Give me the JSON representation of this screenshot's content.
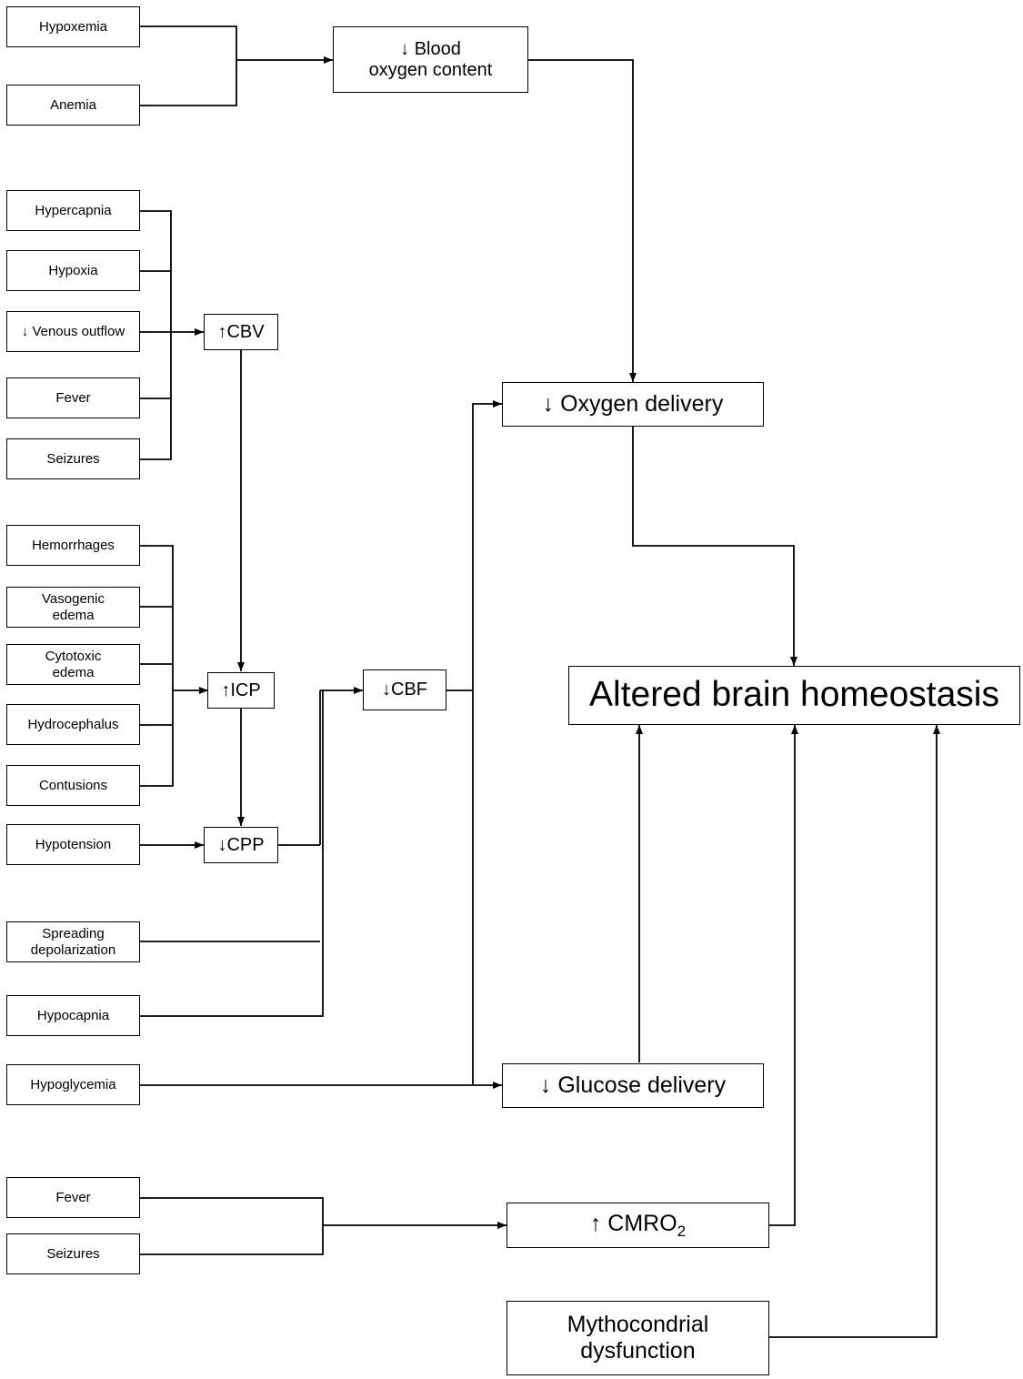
{
  "causes": {
    "hypoxemia": "Hypoxemia",
    "anemia": "Anemia",
    "hypercapnia": "Hypercapnia",
    "hypoxia": "Hypoxia",
    "venous_outflow": "↓ Venous outflow",
    "fever_1": "Fever",
    "seizures_1": "Seizures",
    "hemorrhages": "Hemorrhages",
    "vasogenic_edema": "Vasogenic\nedema",
    "cytotoxic_edema": "Cytotoxic\nedema",
    "hydrocephalus": "Hydrocephalus",
    "contusions": "Contusions",
    "hypotension": "Hypotension",
    "spreading_depolarization": "Spreading\ndepolarization",
    "hypocapnia": "Hypocapnia",
    "hypoglycemia": "Hypoglycemia",
    "fever_2": "Fever",
    "seizures_2": "Seizures"
  },
  "intermediates": {
    "blood_oxygen": "↓ Blood\noxygen content",
    "cbv": "↑CBV",
    "icp": "↑ICP",
    "cpp": "↓CPP",
    "cbf": "↓CBF",
    "oxygen_delivery": "↓ Oxygen delivery",
    "glucose_delivery": "↓ Glucose delivery",
    "cmro2_prefix": "↑ CMRO",
    "cmro2_sub": "2",
    "mitochondrial": "Mythocondrial\ndysfunction"
  },
  "outcome": {
    "label": "Altered brain homeostasis"
  }
}
